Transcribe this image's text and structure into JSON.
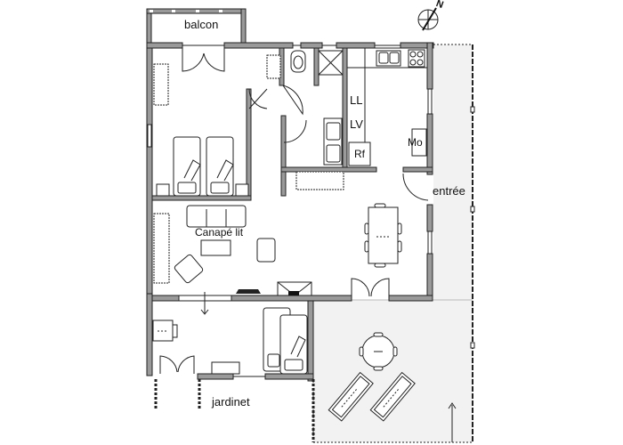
{
  "plan": {
    "compass": {
      "label": "N"
    },
    "rooms": {
      "balcony": "balcon",
      "entrance": "entrée",
      "small_garden": "jardinet"
    },
    "furniture_labels": {
      "sofa_bed": "Canapé lit",
      "dishwasher": "LL",
      "washing_machine": "LV",
      "fridge": "Rf",
      "microwave": "Mo"
    }
  }
}
